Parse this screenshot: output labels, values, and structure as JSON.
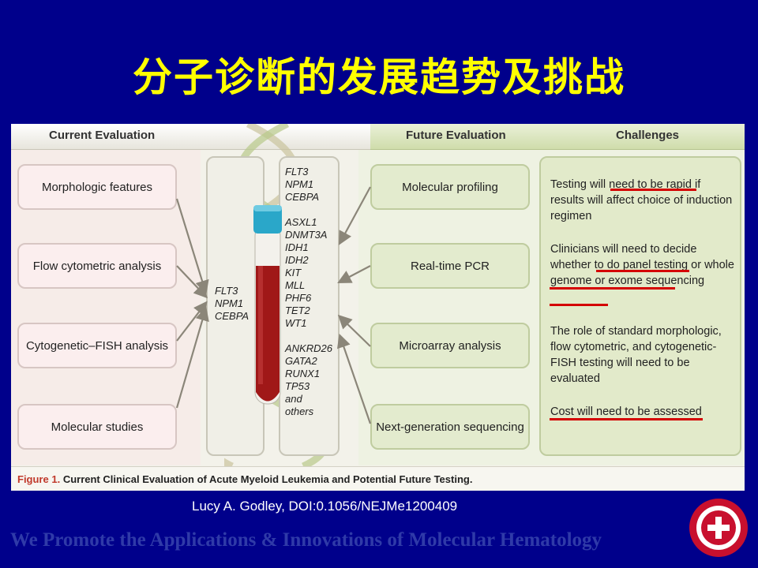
{
  "title": "分子诊断的发展趋势及挑战",
  "figure": {
    "headers": {
      "current": "Current Evaluation",
      "future": "Future Evaluation",
      "challenges": "Challenges"
    },
    "current_items": [
      "Morphologic features",
      "Flow cytometric analysis",
      "Cytogenetic–FISH analysis",
      "Molecular studies"
    ],
    "tube_genes_current": "FLT3\nNPM1\nCEBPA",
    "tube_genes_future": "FLT3\nNPM1\nCEBPA\n\nASXL1\nDNMT3A\nIDH1\nIDH2\nKIT\nMLL\nPHF6\nTET2\nWT1\n\nANKRD26\nGATA2\nRUNX1\nTP53\nand\nothers",
    "future_items": [
      "Molecular profiling",
      "Real-time PCR",
      "Microarray analysis",
      "Next-generation sequencing"
    ],
    "challenges": [
      "Testing will need to be rapid if results will affect choice of induction regimen",
      "Clinicians will need to decide whether to do panel testing or whole genome or exome sequencing",
      "The role of standard morphologic, flow cytometric, and cytogenetic-FISH testing will need to be evaluated",
      "Cost will need to be assessed"
    ],
    "caption_label": "Figure 1.",
    "caption_text": "Current Clinical Evaluation of Acute Myeloid Leukemia and Potential Future Testing."
  },
  "citation": "Lucy A. Godley,  DOI:0.1056/NEJMe1200409",
  "footer": "We Promote the Applications & Innovations of Molecular Hematology",
  "colors": {
    "background": "#00008b",
    "title": "#ffff00",
    "footer": "#2f3aa8",
    "underline": "#d40000",
    "tube_blood": "#a01818",
    "tube_cap": "#2aa7c9"
  }
}
